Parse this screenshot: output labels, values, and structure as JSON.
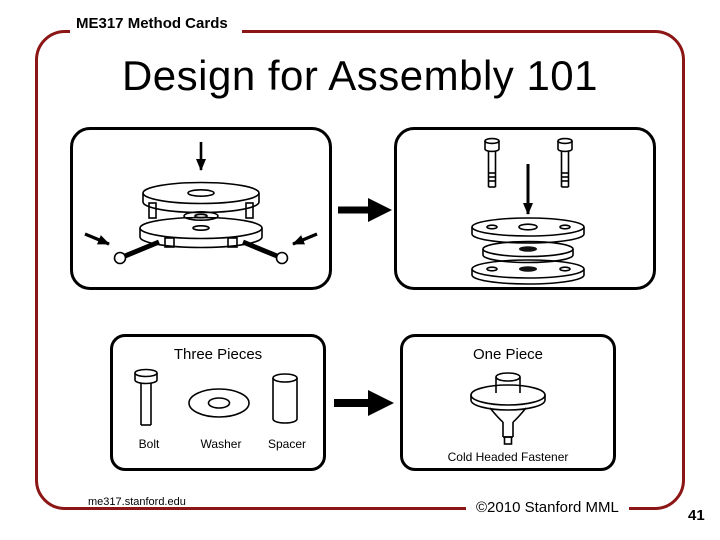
{
  "colors": {
    "accent": "#8C1515",
    "ink": "#000000"
  },
  "header": {
    "label": "ME317 Method Cards"
  },
  "title": "Design for Assembly 101",
  "panels": {
    "three_pieces": {
      "title": "Three Pieces",
      "labels": [
        "Bolt",
        "Washer",
        "Spacer"
      ]
    },
    "one_piece": {
      "title": "One Piece",
      "label": "Cold Headed Fastener"
    }
  },
  "footer": {
    "site": "me317.stanford.edu",
    "copyright": "©2010 Stanford MML",
    "page_number": "41"
  }
}
